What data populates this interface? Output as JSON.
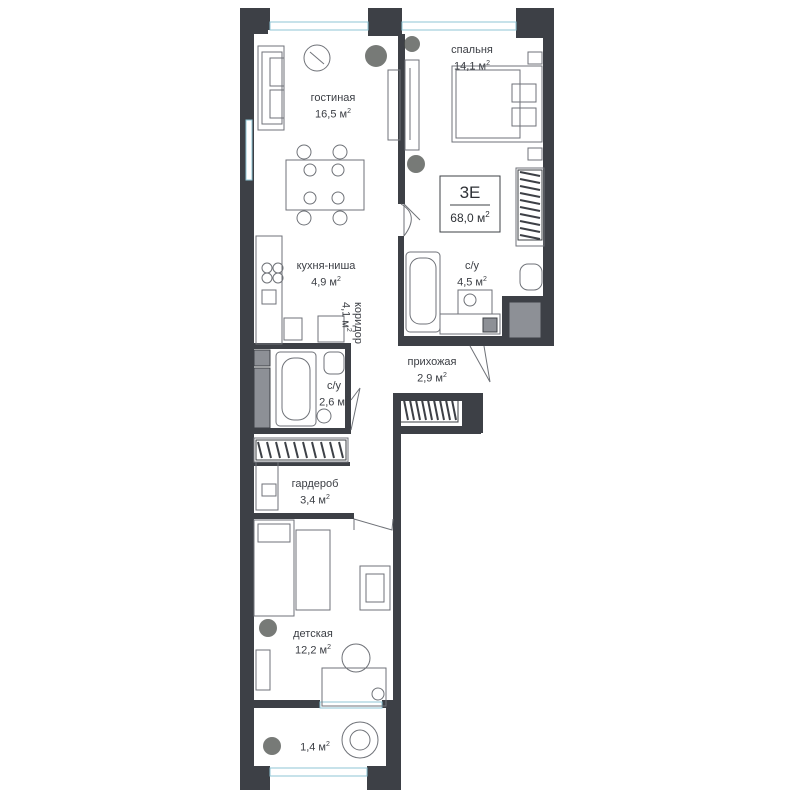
{
  "apartment": {
    "code": "3E",
    "area_value": "68,0 м",
    "area_unit_power": "2"
  },
  "rooms": [
    {
      "id": "living",
      "name": "гостиная",
      "area": "16,5 м"
    },
    {
      "id": "bedroom",
      "name": "спальня",
      "area": "14,1 м"
    },
    {
      "id": "kitchen",
      "name": "кухня-ниша",
      "area": "4,9 м"
    },
    {
      "id": "corridor",
      "name": "коридор",
      "area": "4,1 м"
    },
    {
      "id": "bath_big",
      "name": "с/у",
      "area": "4,5 м"
    },
    {
      "id": "hall",
      "name": "прихожая",
      "area": "2,9 м"
    },
    {
      "id": "bath_small",
      "name": "с/у",
      "area": "2,6 м"
    },
    {
      "id": "wardrobe",
      "name": "гардероб",
      "area": "3,4 м"
    },
    {
      "id": "kids",
      "name": "детская",
      "area": "12,2 м"
    },
    {
      "id": "balcony",
      "name": "",
      "area": "1,4 м"
    }
  ],
  "colors": {
    "wall": "#3d4046",
    "furniture": "#7a7d83",
    "fill": "#9a9ca2",
    "window": "#bfe3ee",
    "plant": "#4a4e4a"
  }
}
